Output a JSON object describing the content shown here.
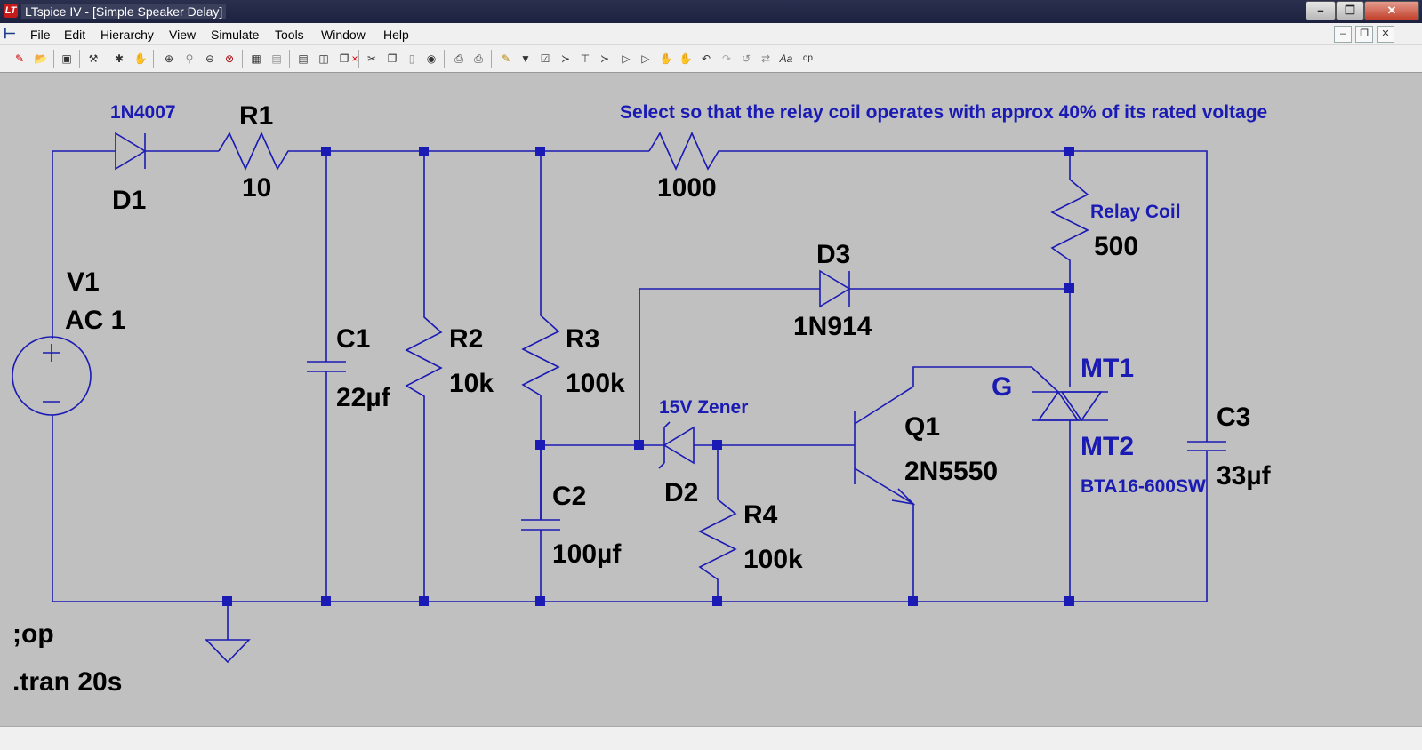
{
  "window": {
    "title": "LTspice IV - [Simple Speaker Delay]",
    "app_logo": "LT"
  },
  "menu": {
    "items": [
      "File",
      "Edit",
      "Hierarchy",
      "View",
      "Simulate",
      "Tools",
      "Window",
      "Help"
    ]
  },
  "schematic": {
    "wire_color": "#1a1ab4",
    "components": {
      "d1": {
        "name": "D1",
        "model": "1N4007"
      },
      "r1": {
        "name": "R1",
        "value": "10"
      },
      "r_top": {
        "value": "1000"
      },
      "note": "Select so that the relay coil operates with approx 40% of its rated voltage",
      "v1": {
        "name": "V1",
        "value": "AC 1"
      },
      "c1": {
        "name": "C1",
        "value": "22µf"
      },
      "r2": {
        "name": "R2",
        "value": "10k"
      },
      "r3": {
        "name": "R3",
        "value": "100k"
      },
      "c2": {
        "name": "C2",
        "value": "100µf"
      },
      "d2": {
        "name": "D2",
        "model": "15V Zener"
      },
      "r4": {
        "name": "R4",
        "value": "100k"
      },
      "d3": {
        "name": "D3",
        "model": "1N914"
      },
      "relay": {
        "name": "Relay Coil",
        "value": "500"
      },
      "q1": {
        "name": "Q1",
        "model": "2N5550"
      },
      "triac": {
        "g": "G",
        "mt1": "MT1",
        "mt2": "MT2",
        "model": "BTA16-600SW"
      },
      "c3": {
        "name": "C3",
        "value": "33µf"
      }
    },
    "directives": [
      ";op",
      ".tran 20s"
    ]
  }
}
